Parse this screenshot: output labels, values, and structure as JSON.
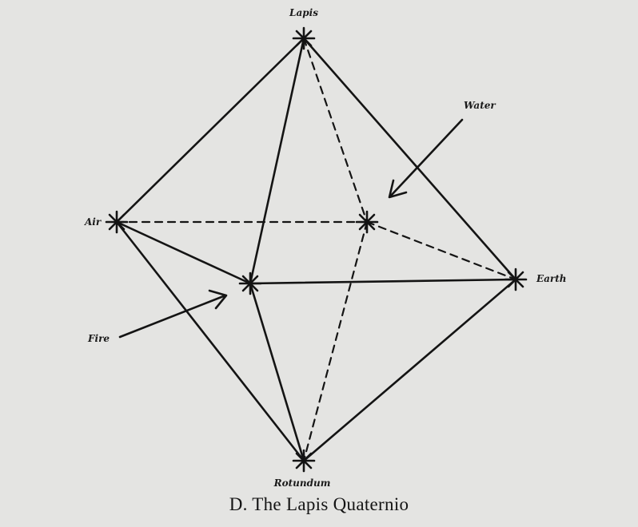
{
  "nodes": {
    "lapis": "Lapis",
    "air": "Air",
    "water": "Water",
    "fire": "Fire",
    "earth": "Earth",
    "rotundum": "Rotundum"
  },
  "caption": "D. The Lapis Quaternio"
}
